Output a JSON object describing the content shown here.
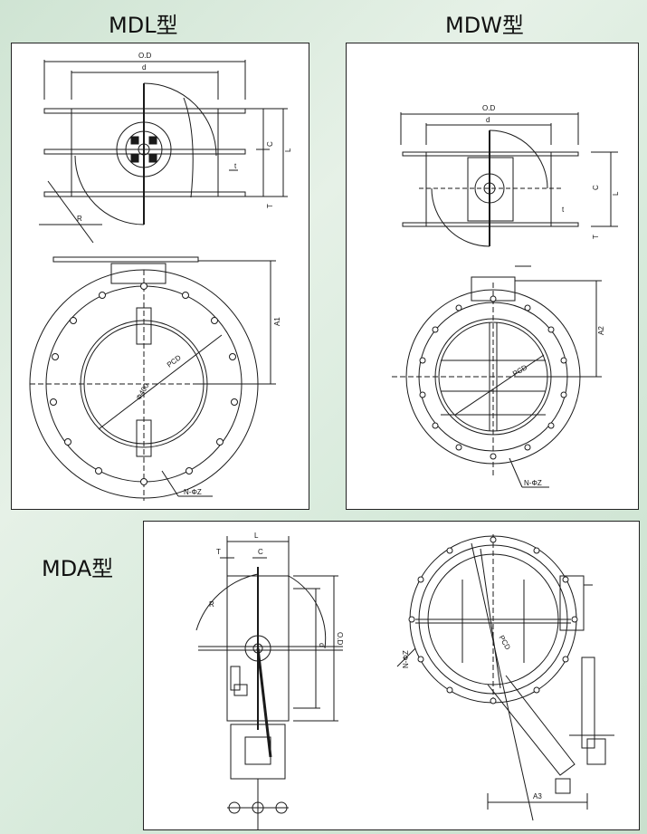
{
  "titles": {
    "mdl": "MDL型",
    "mdw": "MDW型",
    "mda": "MDA型"
  },
  "mdl": {
    "od": "O.D",
    "d": "d",
    "c": "C",
    "l": "L",
    "t_small": "t",
    "t_big": "T",
    "r": "R",
    "a1": "A1",
    "pcd": "PCD",
    "phi": "Φ400",
    "nz": "N-ΦZ"
  },
  "mdw": {
    "od": "O.D",
    "d": "d",
    "c": "C",
    "l": "L",
    "t_small": "t",
    "t_big": "T",
    "a2": "A2",
    "pcd": "PCD",
    "nz": "N-ΦZ"
  },
  "mda": {
    "l": "L",
    "t_big": "T",
    "c": "C",
    "r": "R",
    "od": "O.D",
    "d": "d",
    "pcd": "PCD",
    "nz": "N-ΦZ",
    "a3": "A3"
  },
  "colors": {
    "line": "#1a1a1a",
    "background_green": "#d7eadb"
  }
}
